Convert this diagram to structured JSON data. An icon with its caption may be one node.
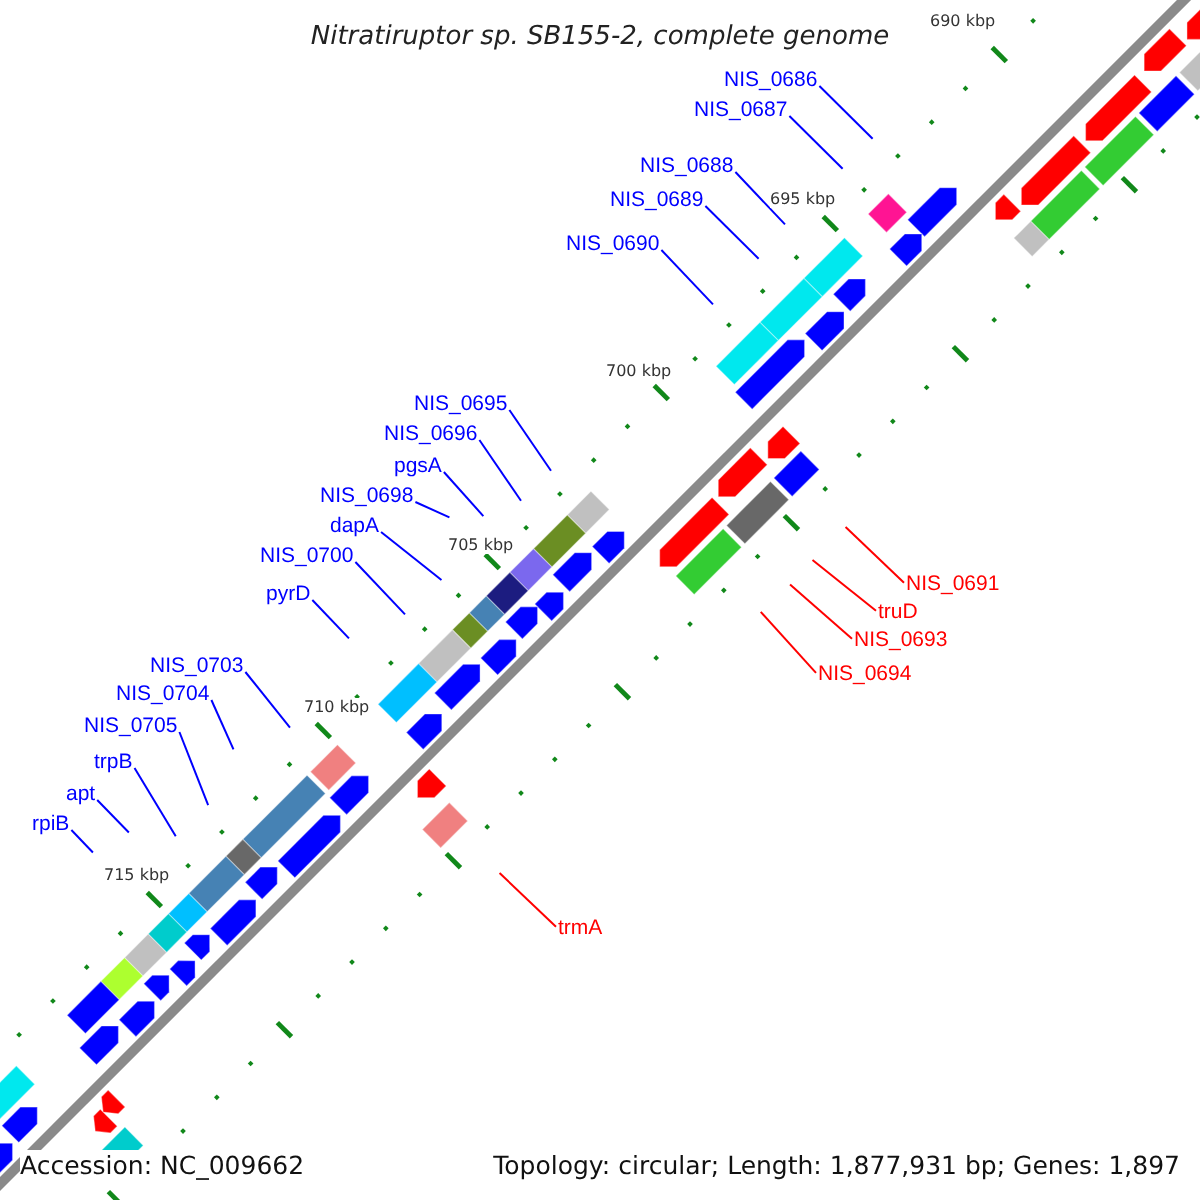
{
  "diagram": {
    "title": "Nitratiruptor sp. SB155-2, complete genome",
    "nodes": [
      {
        "text": [
          "NIS_0686"
        ]
      },
      {
        "text": [
          "NIS_0687"
        ]
      },
      {
        "text": [
          "NIS_0688"
        ]
      },
      {
        "text": [
          "NIS_0689"
        ]
      },
      {
        "text": [
          "NIS_0690"
        ]
      },
      {
        "text": [
          "NIS_0695"
        ]
      },
      {
        "text": [
          "NIS_0696"
        ]
      },
      {
        "text": [
          "pgsA"
        ]
      },
      {
        "text": [
          "NIS_0698"
        ]
      },
      {
        "text": [
          "dapA"
        ]
      },
      {
        "text": [
          "NIS_0700"
        ]
      },
      {
        "text": [
          "NIS_0691"
        ]
      },
      {
        "text": [
          "pyrD"
        ]
      },
      {
        "text": [
          "truD"
        ]
      },
      {
        "text": [
          "NIS_0693"
        ]
      },
      {
        "text": [
          "NIS_0703"
        ]
      },
      {
        "text": [
          "NIS_0694"
        ]
      },
      {
        "text": [
          "NIS_0704"
        ]
      },
      {
        "text": [
          "NIS_0705"
        ]
      },
      {
        "text": [
          "trpB"
        ]
      },
      {
        "text": [
          "apt"
        ]
      },
      {
        "text": [
          "rpiB"
        ]
      },
      {
        "text": [
          "trmA"
        ]
      }
    ],
    "edges": [
      {
        "from": 0,
        "to": null,
        "arrow": "none"
      },
      {
        "from": 1,
        "to": null,
        "arrow": "none"
      },
      {
        "from": 2,
        "to": null,
        "arrow": "none"
      },
      {
        "from": 3,
        "to": null,
        "arrow": "none"
      },
      {
        "from": 4,
        "to": null,
        "arrow": "none"
      },
      {
        "from": 5,
        "to": null,
        "arrow": "none"
      },
      {
        "from": 6,
        "to": null,
        "arrow": "none"
      },
      {
        "from": 7,
        "to": null,
        "arrow": "none"
      },
      {
        "from": 8,
        "to": null,
        "arrow": "none"
      },
      {
        "from": 9,
        "to": null,
        "arrow": "none"
      },
      {
        "from": 10,
        "to": null,
        "arrow": "none"
      },
      {
        "from": 11,
        "to": null,
        "arrow": "none",
        "color": "#ff0000"
      },
      {
        "from": 12,
        "to": null,
        "arrow": "none"
      },
      {
        "from": 13,
        "to": null,
        "arrow": "none",
        "color": "#ff0000"
      },
      {
        "from": 14,
        "to": null,
        "arrow": "none",
        "color": "#ff0000"
      },
      {
        "from": 15,
        "to": null,
        "arrow": "none"
      },
      {
        "from": 16,
        "to": null,
        "arrow": "none",
        "color": "#ff0000"
      },
      {
        "from": 17,
        "to": null,
        "arrow": "none"
      },
      {
        "from": 18,
        "to": null,
        "arrow": "none"
      },
      {
        "from": 19,
        "to": null,
        "arrow": "none"
      },
      {
        "from": 20,
        "to": null,
        "arrow": "none"
      },
      {
        "from": 21,
        "to": null,
        "arrow": "none"
      },
      {
        "from": 22,
        "to": null,
        "arrow": "none",
        "color": "#ff0000"
      }
    ],
    "labels": [
      "690 kbp",
      "695 kbp",
      "700 kbp",
      "705 kbp",
      "710 kbp",
      "715 kbp",
      "Accession: NC_009662",
      "Topology: circular; Length: 1,877,931 bp; Genes: 1,897"
    ]
  }
}
